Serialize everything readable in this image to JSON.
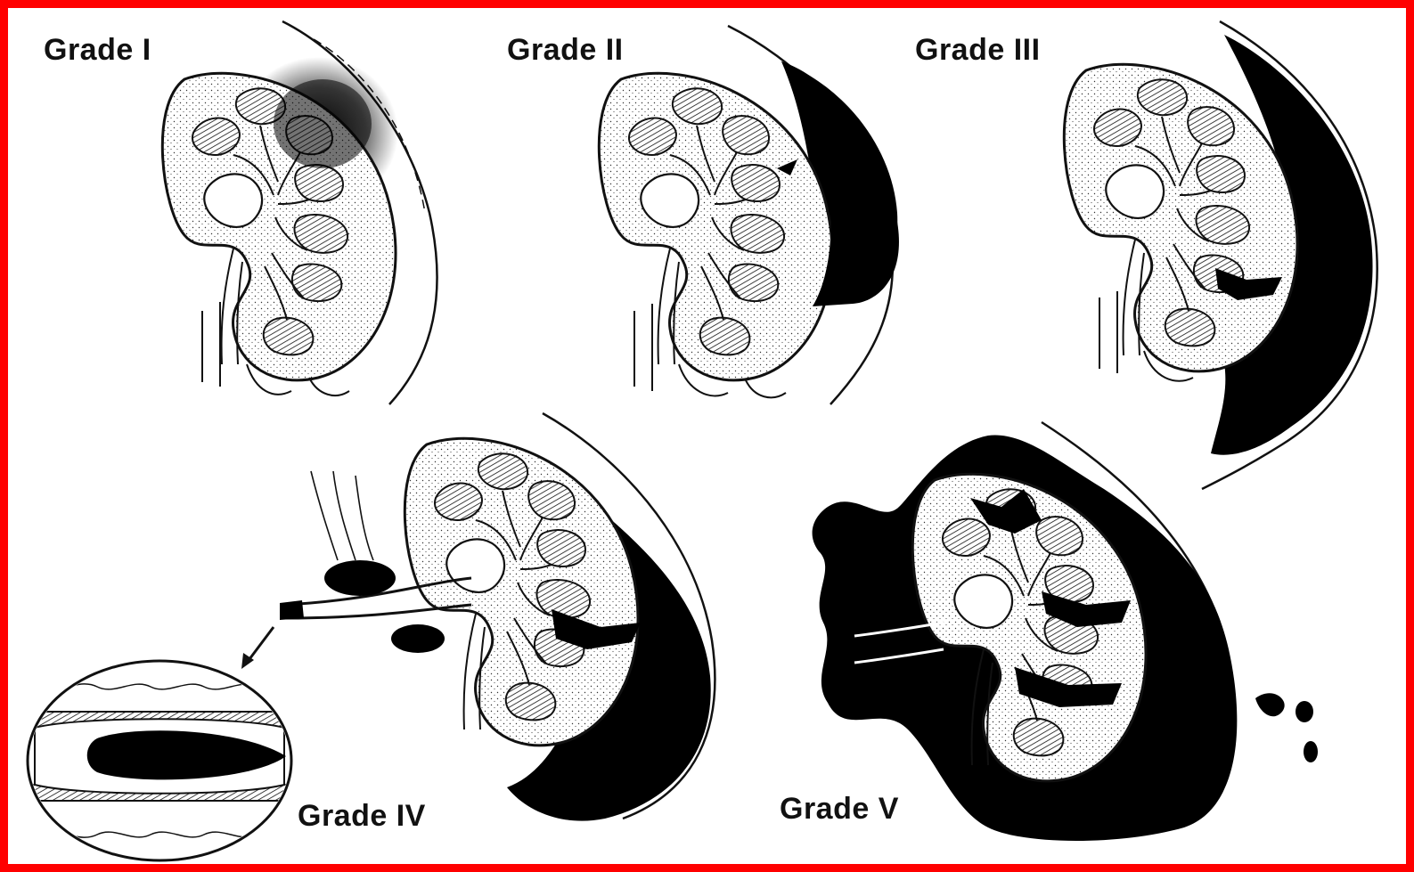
{
  "colors": {
    "border": "#ff0000",
    "ink": "#111111",
    "hematoma": "#000000",
    "tissue": "#ffffff"
  },
  "panels": [
    {
      "label": "Grade I",
      "illustration": "kidney-subcapsular-hematoma-icon"
    },
    {
      "label": "Grade II",
      "illustration": "kidney-perirenal-hematoma-icon"
    },
    {
      "label": "Grade III",
      "illustration": "kidney-deep-laceration-icon"
    },
    {
      "label": "Grade IV",
      "illustration": "kidney-vascular-injury-icon"
    },
    {
      "label": "Grade V",
      "illustration": "kidney-shattered-icon"
    }
  ],
  "inset": {
    "illustration": "vessel-thrombus-inset-icon"
  }
}
